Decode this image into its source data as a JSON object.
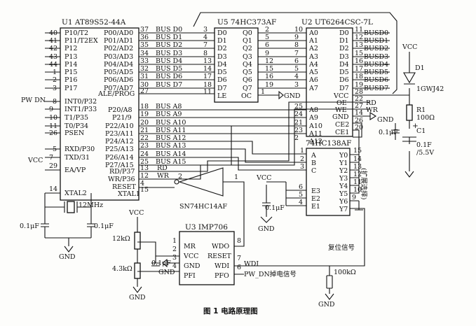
{
  "caption": "图 1    电路原理图",
  "u1": {
    "title": "U1  AT89S52-44A",
    "left_nums": [
      "40",
      "41",
      "42",
      "43",
      "44",
      "1",
      "2",
      "3"
    ],
    "left_names": [
      "P10/T2",
      "P11/T2EX",
      "P12",
      "P13",
      "P14",
      "P15",
      "P16",
      "P17"
    ],
    "pw_dn": "PW DN",
    "left2_nums": [
      "8",
      "9",
      "10",
      "11",
      "26"
    ],
    "left2_names": [
      "INT0/P32",
      "INT1/P33",
      "T1/P35",
      "T0/P34",
      "PSEN"
    ],
    "left3_nums": [
      "5",
      "7"
    ],
    "left3_names": [
      "RXD/P30",
      "TXD/31"
    ],
    "vcc": "VCC",
    "ea_num": "29",
    "ea_name": "EA/VP",
    "xtal2_num": "14",
    "xtal2_name": "XTAL2",
    "right_names": [
      "P00/AD0",
      "P01/AD1",
      "P02/AD2",
      "P03/AD3",
      "P04/AD4",
      "P05/AD5",
      "P06/AD6",
      "P07/AD7"
    ],
    "right_nums": [
      "37",
      "36",
      "35",
      "34",
      "33",
      "32",
      "31",
      "30"
    ],
    "ale": "ALE/PROG",
    "ale_num": "27",
    "p2_names": [
      "P20/A8",
      "P21/9",
      "P22/A10",
      "P23/A11",
      "P24/A12",
      "P25/A13",
      "P26/A14",
      "P27/A15"
    ],
    "p2_nums": [
      "18",
      "19",
      "20",
      "21",
      "22",
      "23",
      "24",
      "25"
    ],
    "rd": "RD/P37",
    "rd_num": "13",
    "wr": "WR/P36",
    "wr_num": "12",
    "reset": "RESET",
    "reset_num": "4",
    "xtal1": "XTAL1",
    "xtal1_num": "15"
  },
  "bus": {
    "d": [
      "BUS  D0",
      "BUS  D1",
      "BUS  D2",
      "BUS  D3",
      "BUS  D4",
      "BUS  D5",
      "BUS  D6",
      "BUS  D7"
    ],
    "a": [
      "BUS  A8",
      "BUS  A9",
      "BUS  A10",
      "BUS  A11",
      "BUS  A12",
      "BUS  A13",
      "BUS  A14",
      "BUS  A15"
    ],
    "rd": "RD",
    "wr": "WR"
  },
  "u5": {
    "title": "U5  74HC373AF",
    "dnums": [
      "3",
      "4",
      "7",
      "8",
      "13",
      "14",
      "17",
      "18"
    ],
    "le_num": "11",
    "dnames": [
      "D0",
      "D1",
      "D2",
      "D3",
      "D4",
      "D5",
      "D6",
      "D7"
    ],
    "le": "LE",
    "qnames": [
      "Q0",
      "Q1",
      "Q2",
      "Q3",
      "Q4",
      "Q5",
      "Q6",
      "Q7"
    ],
    "oc": "OC",
    "qnums": [
      "2",
      "5",
      "6",
      "9",
      "12",
      "15",
      "16",
      "19"
    ],
    "oc_num": "1",
    "gnd": "GND"
  },
  "u2": {
    "title": "U2   UT6264CSC-7L",
    "anums": [
      "10",
      "9",
      "8",
      "7",
      "6",
      "5",
      "4",
      "3",
      "25",
      "24",
      "21",
      "23",
      "2"
    ],
    "anames": [
      "A0",
      "A1",
      "A2",
      "A3",
      "A4",
      "A5",
      "A6",
      "A7",
      "A8",
      "A9",
      "A10",
      "A11",
      "A12"
    ],
    "dnames": [
      "D0",
      "D1",
      "D2",
      "D3",
      "D4",
      "D5",
      "D6",
      "D7"
    ],
    "ctrl_names": [
      "VCC",
      "OE",
      "WE",
      "GND",
      "CE2",
      "CE1"
    ],
    "rnums": [
      "11",
      "12",
      "13",
      "15",
      "16",
      "17",
      "18",
      "19",
      "28",
      "22",
      "27",
      "14",
      "26",
      "20"
    ],
    "busd": [
      "BUSD0",
      "BUSD1",
      "BUSD2",
      "BUSD3",
      "BUSD4",
      "BUSD5",
      "BUSD6",
      "BUSD7"
    ],
    "rd": "RD",
    "wr": "WR",
    "gnd": "GND",
    "cap": "0.1μF"
  },
  "power": {
    "vcc": "VCC",
    "d1": "D1",
    "d1_part": "1GWJ42",
    "r1": "R1",
    "r1_val": "100Ω",
    "c1": "C1",
    "c1_val": "0.1F",
    "c1_volt": "/5.5V",
    "plus": "+"
  },
  "u4": {
    "title": "74HC138AF",
    "in_nums": [
      "1",
      "2",
      "3"
    ],
    "in_names": [
      "A",
      "B",
      "C"
    ],
    "en_nums": [
      "6",
      "5",
      "4"
    ],
    "en_names": [
      "E3",
      "E2",
      "E1"
    ],
    "out_names": [
      "Y0",
      "Y1",
      "Y2",
      "Y3",
      "Y4",
      "Y5",
      "Y6",
      "Y7"
    ],
    "out_nums": [
      "15",
      "14",
      "13",
      "12",
      "11",
      "10",
      "9"
    ],
    "expand": "(扩展选择)",
    "vcc": "VCC",
    "cap": "0.1μF",
    "gnd": "GND"
  },
  "inverter": {
    "in_num": "2",
    "out_num": "1",
    "part": "SN74HC14AF"
  },
  "crystal": {
    "freq": "12MHz",
    "cap_left": "0.1μF",
    "cap_right": "0.1μF",
    "gnd": "GND"
  },
  "u3": {
    "vcc_top": "VCC",
    "r12k": "12kΩ",
    "r43k": "4.3kΩ",
    "gnd_bottom": "GND",
    "title": "U3   IMP706",
    "left_nums": [
      "1",
      "2",
      "3",
      "4"
    ],
    "left_names": [
      "MR",
      "VCC",
      "GND",
      "PFI"
    ],
    "right_names": [
      "WDO",
      "RESET",
      "WDI",
      "PFO"
    ],
    "right_nums": [
      "8",
      "7",
      "6"
    ],
    "cap": "0.1μF",
    "gnd_arrow": "GND",
    "wdi_net": "WDI",
    "pfo_net": "PW_DN掉电信号",
    "reset_signal": "复位信号",
    "r100k": "100kΩ",
    "gnd_r100k": "GND"
  }
}
